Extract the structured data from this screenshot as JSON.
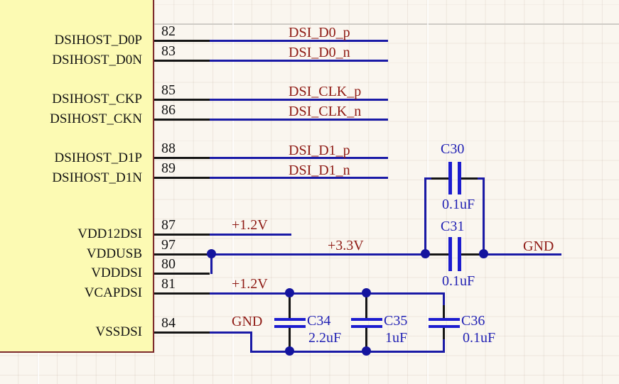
{
  "colors": {
    "background": "#FAF6EF",
    "wire": "#1A1AA6",
    "component": "#2222B4",
    "net_label": "#8E1A14",
    "pin_text": "#141414",
    "box_fill": "#FCFAB3",
    "box_border": "#7D2B2B",
    "junction": "#14149E"
  },
  "component": {
    "pins": [
      {
        "name": "DSIHOST_D0P",
        "number": "82"
      },
      {
        "name": "DSIHOST_D0N",
        "number": "83"
      },
      {
        "name": "DSIHOST_CKP",
        "number": "85"
      },
      {
        "name": "DSIHOST_CKN",
        "number": "86"
      },
      {
        "name": "DSIHOST_D1P",
        "number": "88"
      },
      {
        "name": "DSIHOST_D1N",
        "number": "89"
      },
      {
        "name": "VDD12DSI",
        "number": "87"
      },
      {
        "name": "VDDUSB",
        "number": "97"
      },
      {
        "name": "VDDDSI",
        "number": "80"
      },
      {
        "name": "VCAPDSI",
        "number": "81"
      },
      {
        "name": "VSSDSI",
        "number": "84"
      }
    ]
  },
  "net_labels": [
    {
      "text": "DSI_D0_p"
    },
    {
      "text": "DSI_D0_n"
    },
    {
      "text": "DSI_CLK_p"
    },
    {
      "text": "DSI_CLK_n"
    },
    {
      "text": "DSI_D1_p"
    },
    {
      "text": "DSI_D1_n"
    },
    {
      "text": "+1.2V"
    },
    {
      "text": "+3.3V"
    },
    {
      "text": "GND"
    },
    {
      "text": "+1.2V"
    },
    {
      "text": "GND"
    }
  ],
  "capacitors": [
    {
      "designator": "C30",
      "value": "0.1uF"
    },
    {
      "designator": "C31",
      "value": "0.1uF"
    },
    {
      "designator": "C34",
      "value": "2.2uF"
    },
    {
      "designator": "C35",
      "value": "1uF"
    },
    {
      "designator": "C36",
      "value": "0.1uF"
    }
  ]
}
